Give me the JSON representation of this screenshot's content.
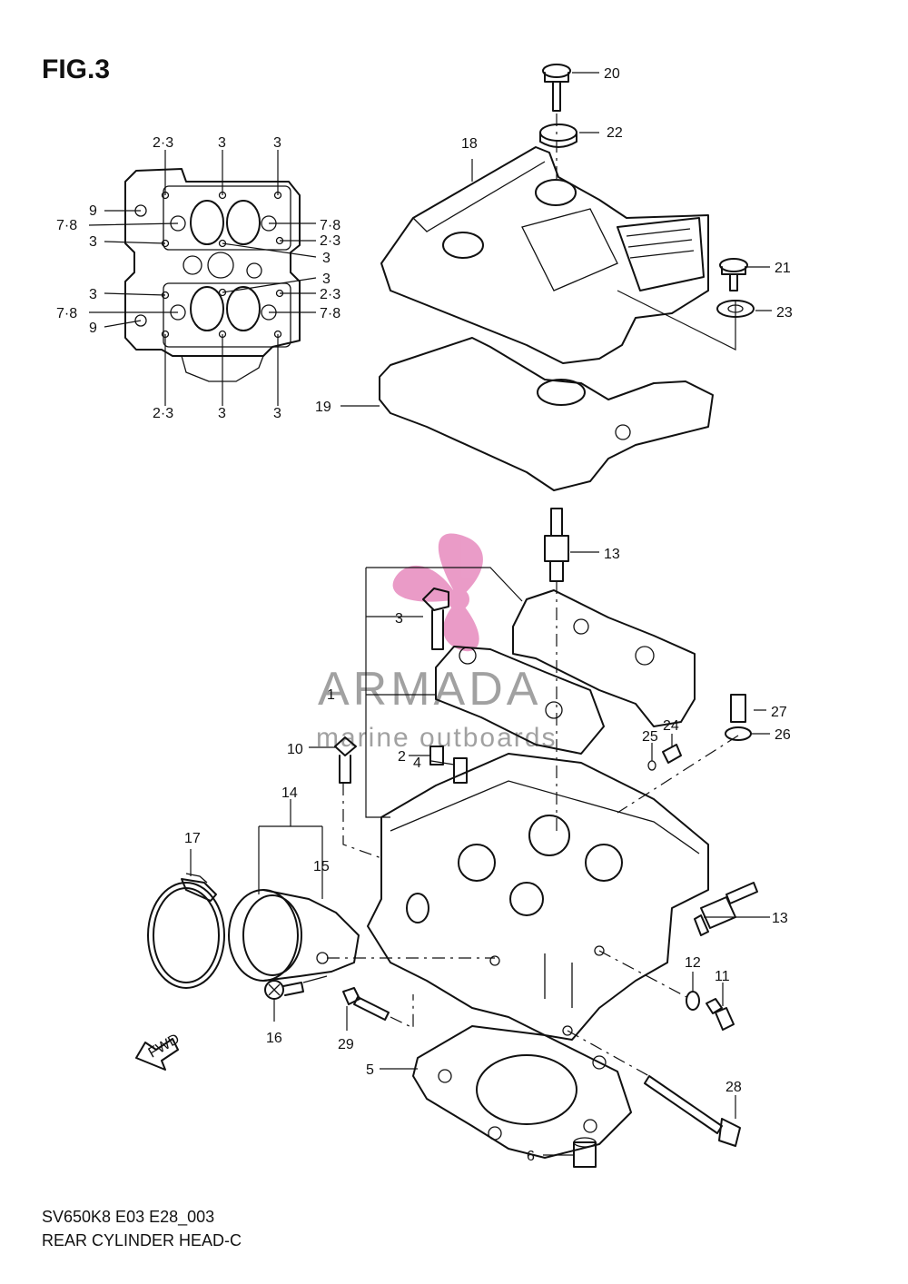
{
  "figure": {
    "title": "FIG.3"
  },
  "footer": {
    "model_code": "SV650K8 E03 E28_003",
    "caption": "REAR CYLINDER HEAD-C"
  },
  "watermark": {
    "brand": "ARMADA",
    "tagline": "marine outboards",
    "accent_color": "#d94a9a"
  },
  "inset_callouts": {
    "top_2_3": "2·3",
    "top_3a": "3",
    "top_3b": "3",
    "l_9a": "9",
    "l_78a": "7·8",
    "l_3a": "3",
    "r_78a": "7·8",
    "r_23a": "2·3",
    "r_3a": "3",
    "r_3b": "3",
    "l_3b": "3",
    "r_23b": "2·3",
    "l_78b": "7·8",
    "r_78b": "7·8",
    "l_9b": "9",
    "bot_2_3": "2·3",
    "bot_3a": "3",
    "bot_3b": "3"
  },
  "callouts": {
    "p20": "20",
    "p22": "22",
    "p18": "18",
    "p21": "21",
    "p23": "23",
    "p19": "19",
    "p13a": "13",
    "p3": "3",
    "p1": "1",
    "p27": "27",
    "p26": "26",
    "p2": "2",
    "p25": "25",
    "p24": "24",
    "p10": "10",
    "p4": "4",
    "p14": "14",
    "p17": "17",
    "p15": "15",
    "p13b": "13",
    "p12": "12",
    "p11": "11",
    "p16": "16",
    "p29": "29",
    "p5": "5",
    "p28": "28",
    "p6": "6"
  },
  "fwd_arrow": {
    "label": "FWD"
  }
}
